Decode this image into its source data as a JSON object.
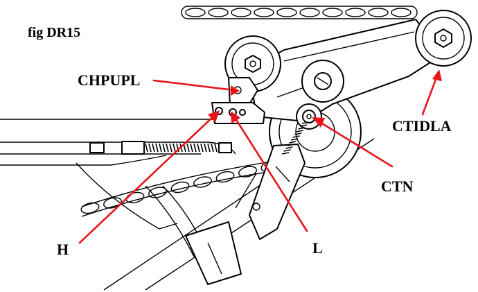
{
  "figure": {
    "title": "fig DR15"
  },
  "callouts": {
    "chpupl": "CHPUPL",
    "ctidla": "CTIDLA",
    "ctn": "CTN",
    "h": "H",
    "l": "L"
  },
  "colors": {
    "leader": "#e8141c",
    "ink": "#000000",
    "background": "#ffffff"
  }
}
